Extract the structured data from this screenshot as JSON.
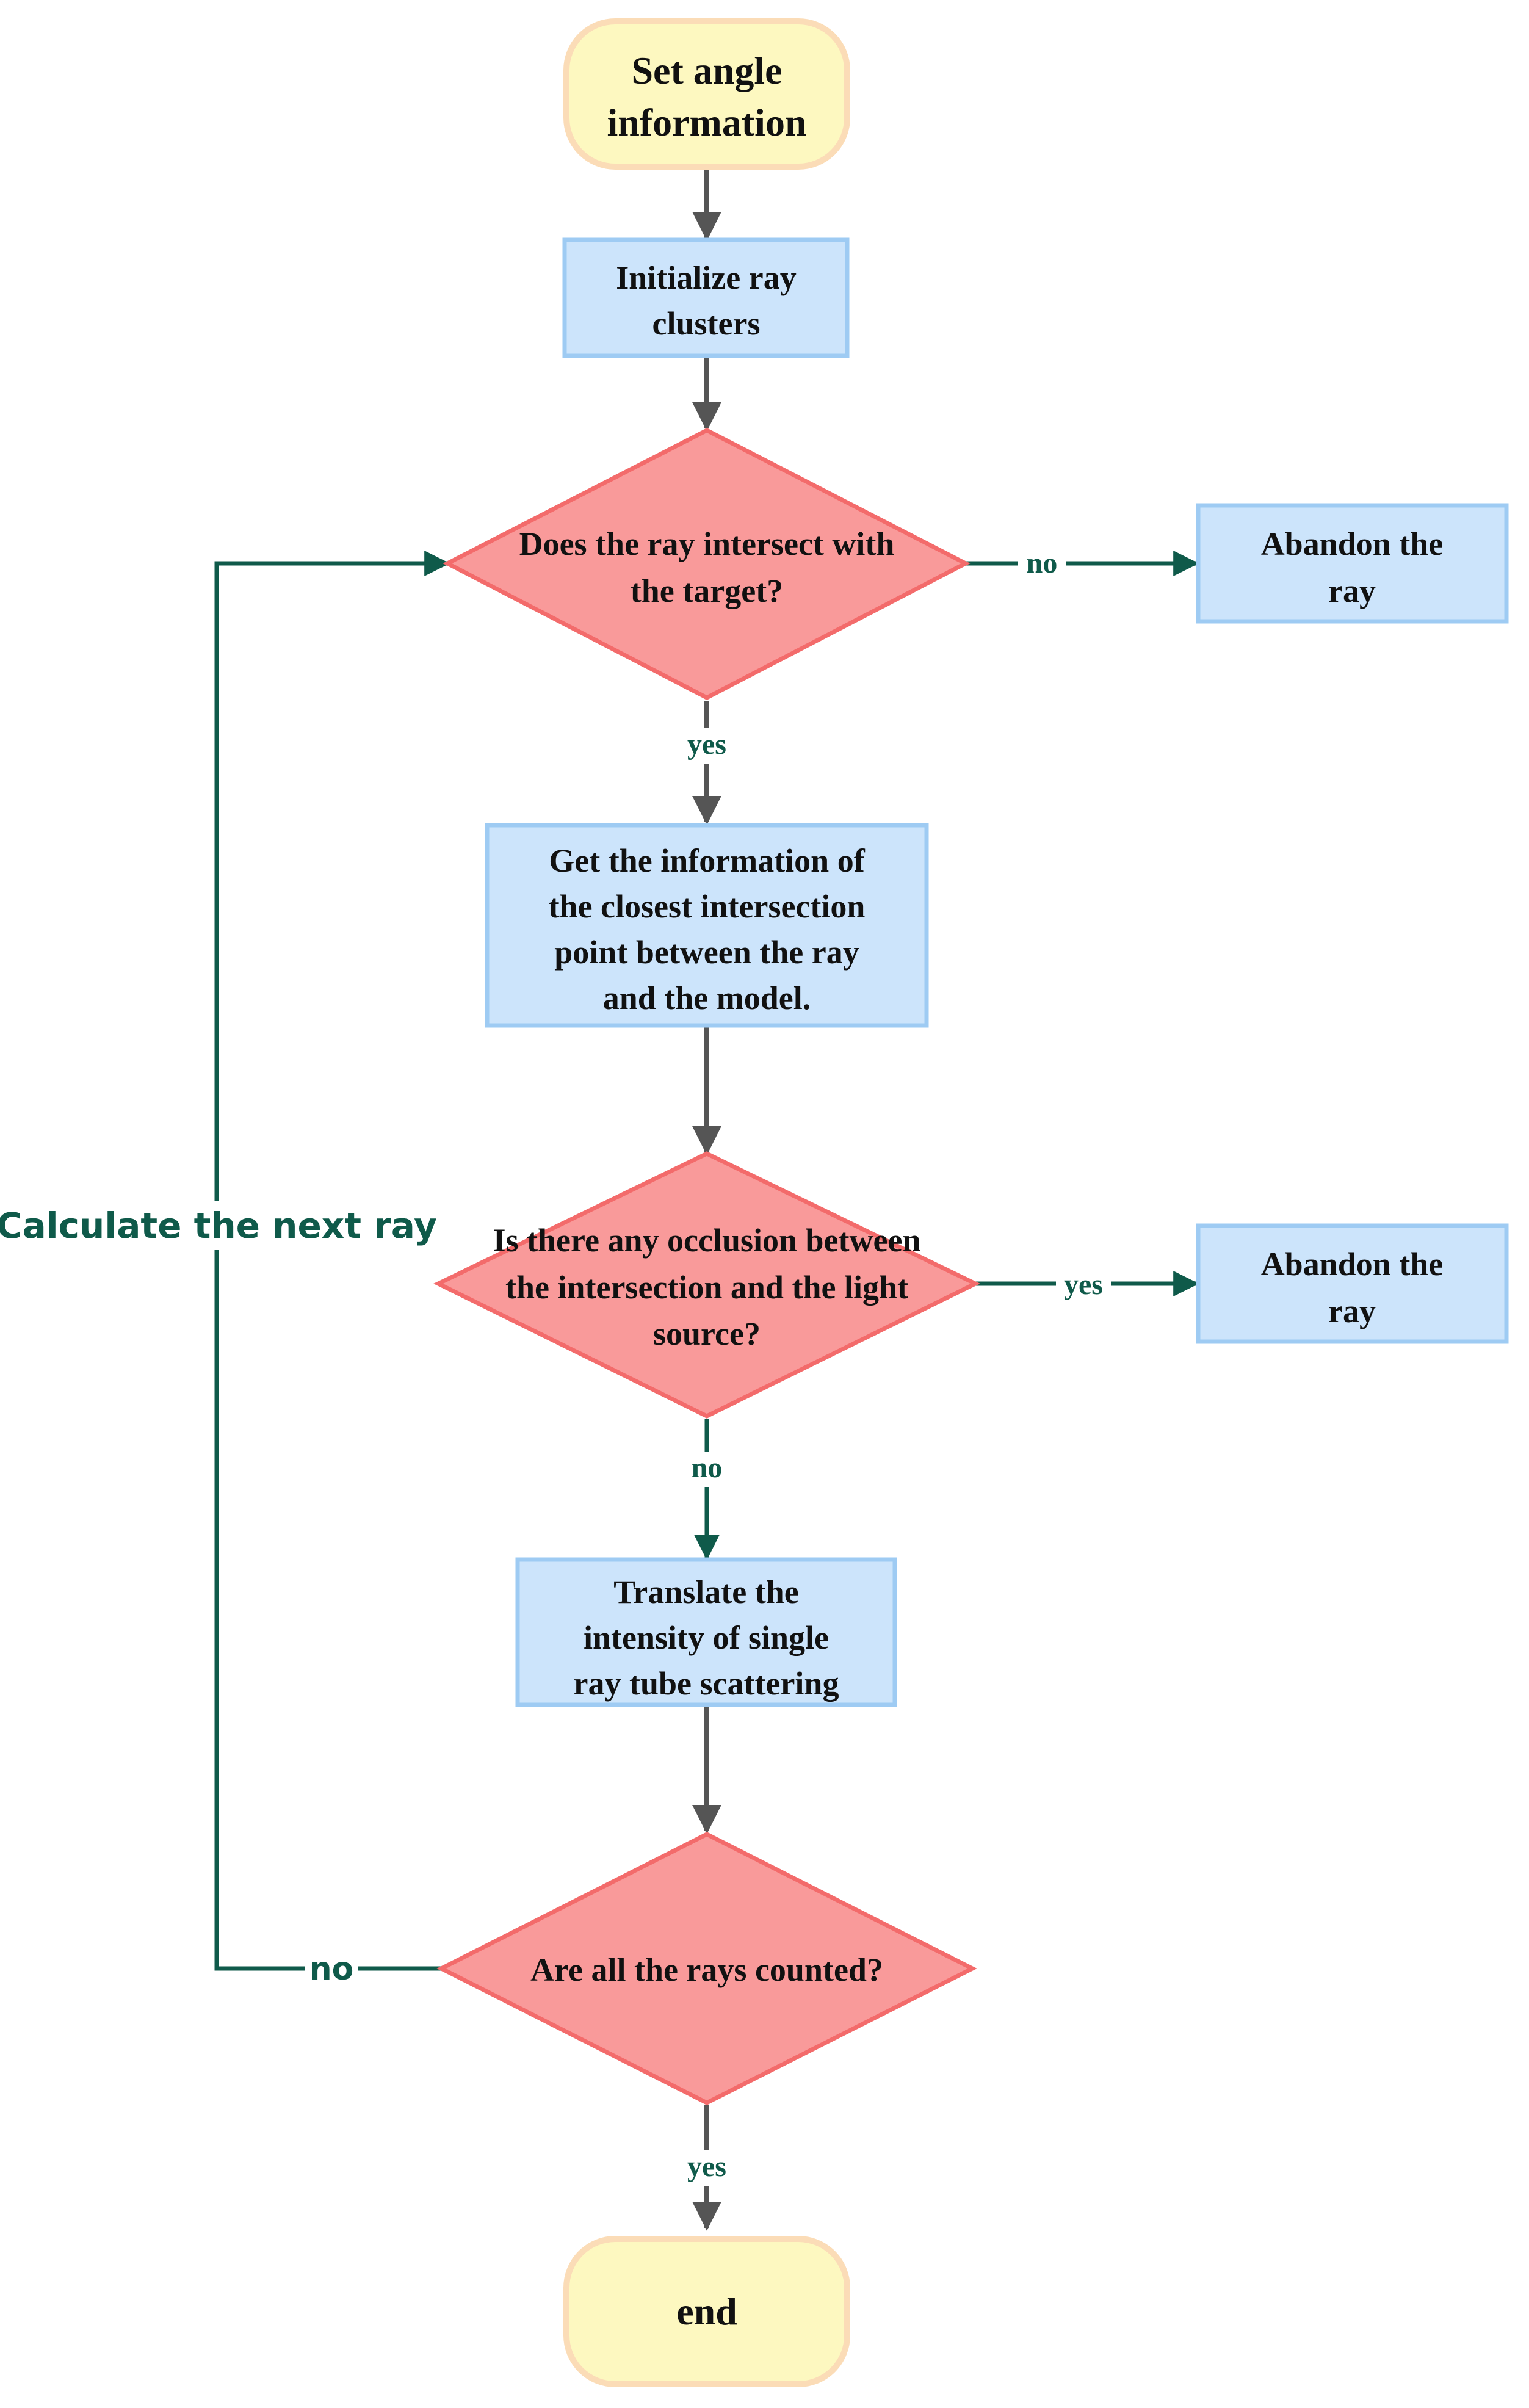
{
  "nodes": {
    "start": {
      "lines": [
        "Set angle",
        "information"
      ]
    },
    "init": {
      "lines": [
        "Initialize ray",
        "clusters"
      ]
    },
    "decision_intersect": {
      "lines": [
        "Does the ray intersect with",
        "the target?"
      ]
    },
    "abandon_1": {
      "lines": [
        "Abandon the",
        "ray"
      ]
    },
    "get_info": {
      "lines": [
        "Get the information of",
        "the closest intersection",
        "point between the ray",
        "and the model."
      ]
    },
    "decision_occlusion": {
      "lines": [
        "Is there any occlusion between",
        "the intersection and the light",
        "source?"
      ]
    },
    "abandon_2": {
      "lines": [
        "Abandon the",
        "ray"
      ]
    },
    "translate": {
      "lines": [
        "Translate the",
        "intensity of single",
        "ray tube scattering"
      ]
    },
    "decision_counted": {
      "lines": [
        "Are all the rays counted?"
      ]
    },
    "end": {
      "lines": [
        "end"
      ]
    }
  },
  "edges": {
    "intersect_no": "no",
    "intersect_yes": "yes",
    "occlusion_yes": "yes",
    "occlusion_no": "no",
    "counted_no": "no",
    "counted_yes": "yes",
    "loop_label": "Calculate the next ray"
  },
  "colors": {
    "terminal_fill": "#fdf8c0",
    "terminal_border": "#fbdcb7",
    "process_fill": "#cce4fb",
    "process_border": "#9ecbf3",
    "decision_fill": "#f99a9a",
    "decision_border": "#f36b6b",
    "arrow_gray": "#555555",
    "arrow_green": "#0f5a4a"
  }
}
